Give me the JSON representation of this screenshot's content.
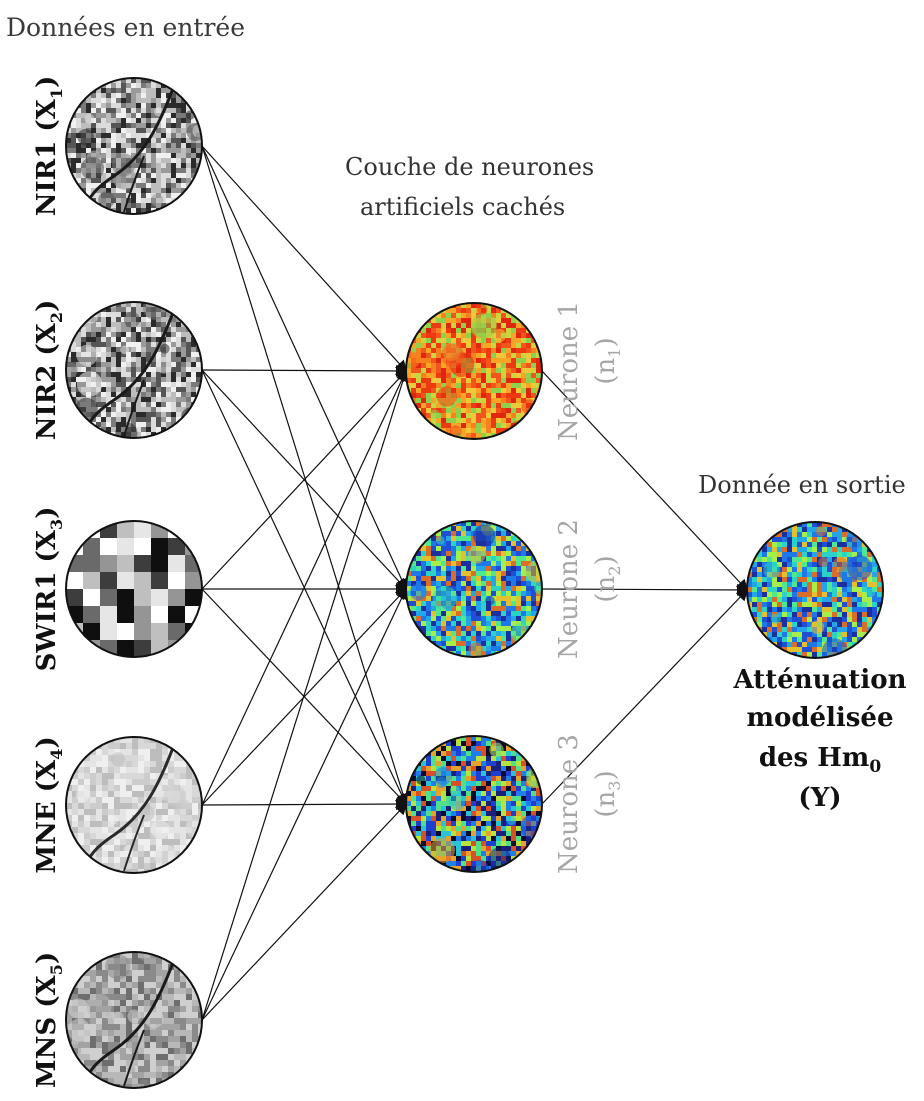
{
  "title": "Données en entrée",
  "hidden_layer_title": [
    "Couche de neurones",
    "artificiels cachés"
  ],
  "output_title": "Donnée en sortie",
  "inputs": [
    {
      "base": "NIR1 (X",
      "sub": "1",
      "end": ")",
      "style": "grey-texture"
    },
    {
      "base": "NIR2 (X",
      "sub": "2",
      "end": ")",
      "style": "grey-texture"
    },
    {
      "base": "SWIR1 (X",
      "sub": "3",
      "end": ")",
      "style": "pixel-blocks"
    },
    {
      "base": "MNE (X",
      "sub": "4",
      "end": ")",
      "style": "light-river"
    },
    {
      "base": "MNS (X",
      "sub": "5",
      "end": ")",
      "style": "grey-river"
    }
  ],
  "neurons": [
    {
      "name": "Neurone 1",
      "sub_label_base": "(n",
      "sub": "1",
      "end": ")",
      "palette": "red-orange"
    },
    {
      "name": "Neurone 2",
      "sub_label_base": "(n",
      "sub": "2",
      "end": ")",
      "palette": "blue-green"
    },
    {
      "name": "Neurone 3",
      "sub_label_base": "(n",
      "sub": "3",
      "end": ")",
      "palette": "dark-jet"
    }
  ],
  "output": {
    "lines": [
      "Atténuation",
      "modélisée"
    ],
    "line3_base": "des Hm",
    "line3_sub": "0",
    "line4": "(Y)",
    "palette": "blue-green"
  },
  "colors": {
    "neuron_label": "#a6a6a6",
    "edge": "#111111"
  }
}
